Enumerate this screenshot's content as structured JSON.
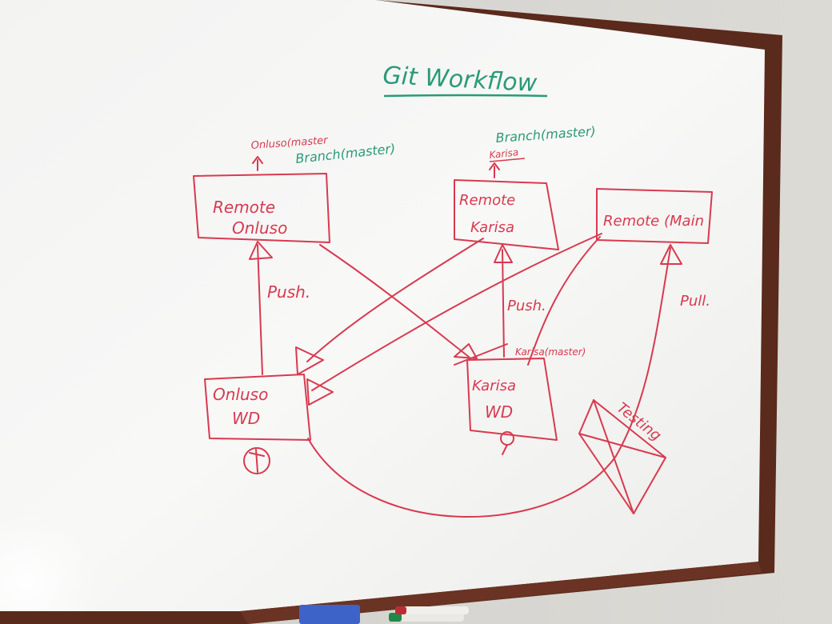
{
  "title": "Git Workflow",
  "nodes": {
    "remote_onluso": {
      "line1": "Remote",
      "line2": "Onluso"
    },
    "remote_karisa": {
      "line1": "Remote",
      "line2": "Karisa"
    },
    "remote_main": {
      "line1": "Remote (Main"
    },
    "onluso_wd": {
      "line1": "Onluso",
      "line2": "WD"
    },
    "karisa_wd": {
      "line1": "Karisa",
      "line2": "WD"
    },
    "testing": {
      "label": "Testing"
    }
  },
  "annotations": {
    "onluso_master": "Onluso(master",
    "onluso_branch": "Branch(master)",
    "karisa_branch": "Branch(master)",
    "karisa_master": "Karisa",
    "push_left": "Push.",
    "push_center": "Push.",
    "pull_right": "Pull.",
    "karisa_wd_branch": "Karisa(master)"
  },
  "colors": {
    "red_marker": "#d83a4f",
    "green_marker": "#2a9a78",
    "board_frame": "#5a2a1c"
  }
}
